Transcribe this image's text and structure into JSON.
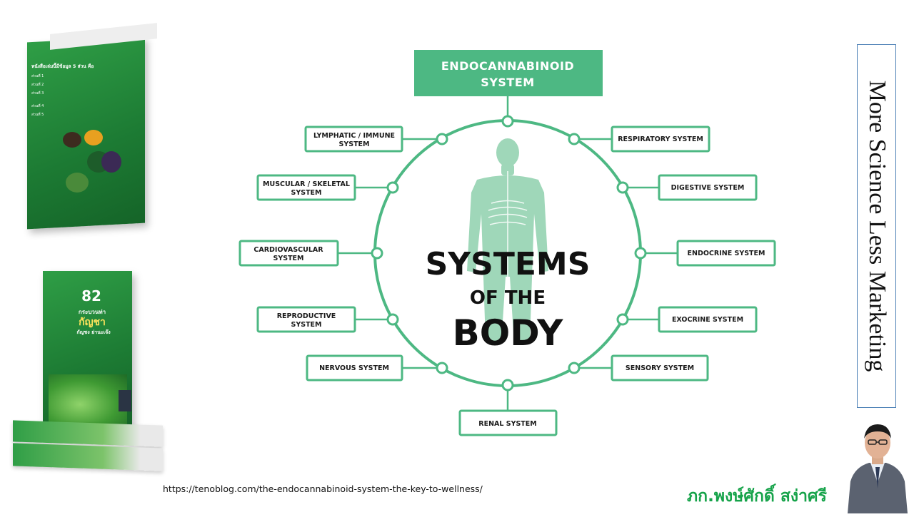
{
  "diagram": {
    "top_box": {
      "line1": "ENDOCANNABINOID",
      "line2": "SYSTEM"
    },
    "center_title": {
      "line1": "SYSTEMS",
      "line2": "OF THE",
      "line3": "BODY"
    },
    "left_nodes": [
      {
        "line1": "LYMPHATIC / IMMUNE",
        "line2": "SYSTEM"
      },
      {
        "line1": "MUSCULAR / SKELETAL",
        "line2": "SYSTEM"
      },
      {
        "line1": "CARDIOVASCULAR",
        "line2": "SYSTEM"
      },
      {
        "line1": "REPRODUCTIVE",
        "line2": "SYSTEM"
      },
      {
        "line1": "NERVOUS SYSTEM",
        "line2": ""
      }
    ],
    "right_nodes": [
      {
        "line1": "RESPIRATORY SYSTEM",
        "line2": ""
      },
      {
        "line1": "DIGESTIVE SYSTEM",
        "line2": ""
      },
      {
        "line1": "ENDOCRINE SYSTEM",
        "line2": ""
      },
      {
        "line1": "EXOCRINE SYSTEM",
        "line2": ""
      },
      {
        "line1": "SENSORY SYSTEM",
        "line2": ""
      }
    ],
    "bottom_node": {
      "line1": "RENAL SYSTEM"
    },
    "colors": {
      "green": "#4db883",
      "body": "#9fd7b9",
      "dark_green": "#3aa66e"
    }
  },
  "books": {
    "top_book": {
      "heading": "หนังสือเล่มนี้มีข้อมูล 5 ส่วน คือ",
      "parts": [
        "ส่วนที่ 1",
        "ส่วนที่ 2",
        "ส่วนที่ 3",
        "ส่วนที่ 4",
        "ส่วนที่ 5"
      ]
    },
    "bottom_book": {
      "number": "82",
      "subtitle": "กระบวนท่า",
      "title": "กัญชา",
      "tagline": "กัญชง ย่านะเจ๊ง"
    }
  },
  "source_url": "https://tenoblog.com/the-endocannabinoid-system-the-key-to-wellness/",
  "vertical_banner": "More Science Less Marketing",
  "author_name": "ภก.พงษ์ศักดิ์ สง่าศรี"
}
